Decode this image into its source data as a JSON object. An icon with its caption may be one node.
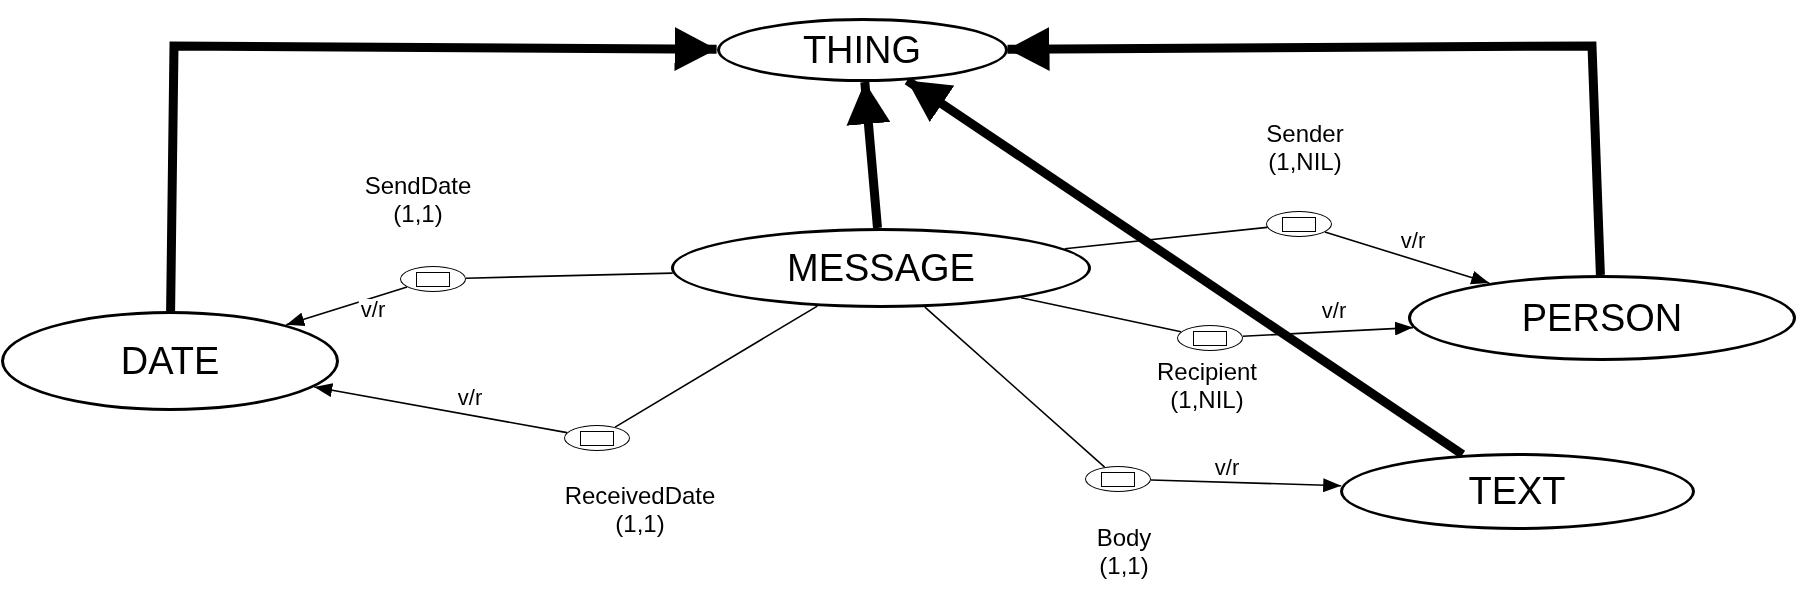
{
  "diagram": {
    "nodes": [
      {
        "text": [
          "THING"
        ]
      },
      {
        "text": [
          "MESSAGE"
        ]
      },
      {
        "text": [
          "DATE"
        ]
      },
      {
        "text": [
          "PERSON"
        ]
      },
      {
        "text": [
          "TEXT"
        ]
      },
      {
        "text": [],
        "shape": "ellipse",
        "beside": [
          "SendDate (1,1)"
        ]
      },
      {
        "text": [],
        "shape": "ellipse",
        "beside": [
          "Sender (1,NIL)"
        ]
      },
      {
        "text": [],
        "shape": "ellipse",
        "beside": [
          "Recipient (1,NIL)"
        ]
      },
      {
        "text": [],
        "shape": "ellipse",
        "beside": [
          "ReceivedDate (1,1)"
        ]
      },
      {
        "text": [],
        "shape": "ellipse",
        "beside": [
          "Body (1,1)"
        ]
      }
    ],
    "edges": [
      {
        "from": 1,
        "to": 0,
        "arrow": "to",
        "style": "thick"
      },
      {
        "from": 2,
        "to": 0,
        "arrow": "to",
        "style": "thick"
      },
      {
        "from": 3,
        "to": 0,
        "arrow": "to",
        "style": "thick"
      },
      {
        "from": 4,
        "to": 0,
        "arrow": "to",
        "style": "thick"
      },
      {
        "from": 1,
        "to": 5,
        "arrow": "none"
      },
      {
        "from": 5,
        "to": 2,
        "arrow": "to",
        "label": "v/r"
      },
      {
        "from": 1,
        "to": 8,
        "arrow": "none"
      },
      {
        "from": 8,
        "to": 2,
        "arrow": "to",
        "label": "v/r"
      },
      {
        "from": 1,
        "to": 6,
        "arrow": "none"
      },
      {
        "from": 6,
        "to": 3,
        "arrow": "to",
        "label": "v/r"
      },
      {
        "from": 1,
        "to": 7,
        "arrow": "none"
      },
      {
        "from": 7,
        "to": 3,
        "arrow": "to",
        "label": "v/r"
      },
      {
        "from": 1,
        "to": 9,
        "arrow": "none"
      },
      {
        "from": 9,
        "to": 4,
        "arrow": "to",
        "label": "v/r"
      }
    ]
  }
}
